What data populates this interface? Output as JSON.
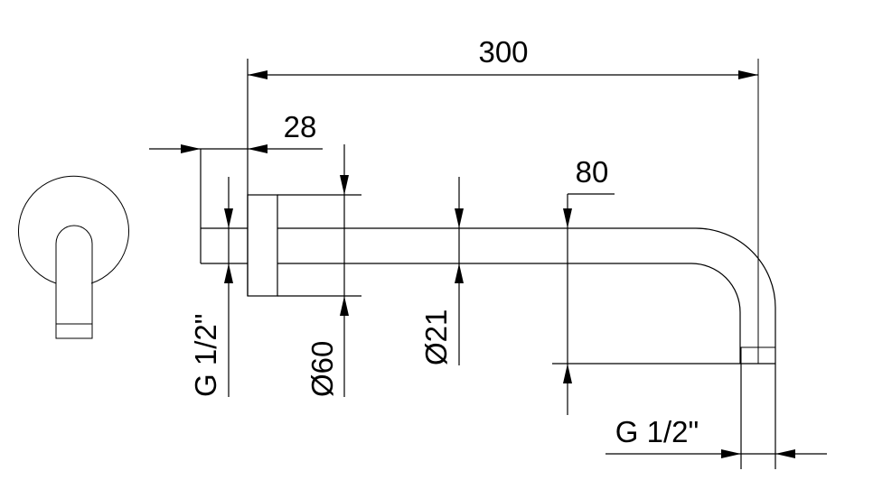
{
  "dimensions": {
    "overall_length": "300",
    "wall_offset": "28",
    "flange_diameter": "Ø60",
    "pipe_diameter": "Ø21",
    "drop_height": "80",
    "inlet_thread": "G 1/2\"",
    "outlet_thread": "G 1/2\""
  }
}
